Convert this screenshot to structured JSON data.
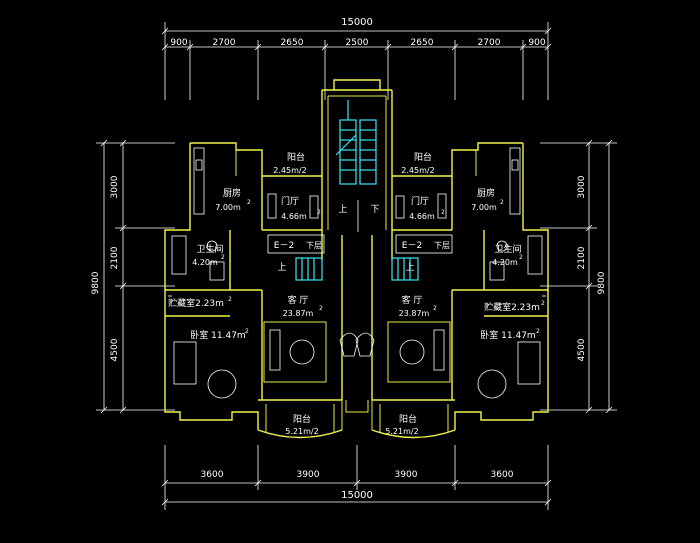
{
  "dimensions": {
    "top_total": "15000",
    "top_segments": [
      "900",
      "2700",
      "2650",
      "2500",
      "2650",
      "2700",
      "900"
    ],
    "bottom_segments": [
      "3600",
      "3900",
      "3900",
      "3600"
    ],
    "bottom_total": "15000",
    "left_total": "9800",
    "left_segments": [
      "3000",
      "2100",
      "4500"
    ],
    "right_total": "9800",
    "right_segments": [
      "3000",
      "2100",
      "4500"
    ]
  },
  "rooms": {
    "stair_up": "上",
    "stair_down": "下",
    "left": {
      "balcony_north": "阳台",
      "balcony_north_area": "2.45m/2",
      "kitchen": "厨房",
      "kitchen_area": "7.00m",
      "foyer": "门厅",
      "foyer_area": "4.66m",
      "bathroom": "卫生间",
      "bathroom_area": "4.20m",
      "storage": "贮藏室2.23m",
      "bedroom": "卧室 11.47m",
      "living": "客  厅",
      "living_area": "23.87m",
      "level_tag": "E－2",
      "level_tag_sub": "下层",
      "up_mark": "上",
      "balcony_south": "阳台",
      "balcony_south_area": "5.21m/2"
    },
    "right": {
      "balcony_north": "阳台",
      "balcony_north_area": "2.45m/2",
      "kitchen": "厨房",
      "kitchen_area": "7.00m",
      "foyer": "门厅",
      "foyer_area": "4.66m",
      "bathroom": "卫生间",
      "bathroom_area": "4.20m",
      "storage": "贮藏室2.23m",
      "bedroom": "卧室 11.47m",
      "living": "客  厅",
      "living_area": "23.87m",
      "level_tag": "E－2",
      "level_tag_sub": "下层",
      "up_mark": "上",
      "balcony_south": "阳台",
      "balcony_south_area": "5.21m/2"
    },
    "superscript": "2"
  },
  "colors": {
    "background": "#000000",
    "walls": "#f2f24a",
    "stair": "#39e6f2",
    "lines": "#ffffff"
  }
}
